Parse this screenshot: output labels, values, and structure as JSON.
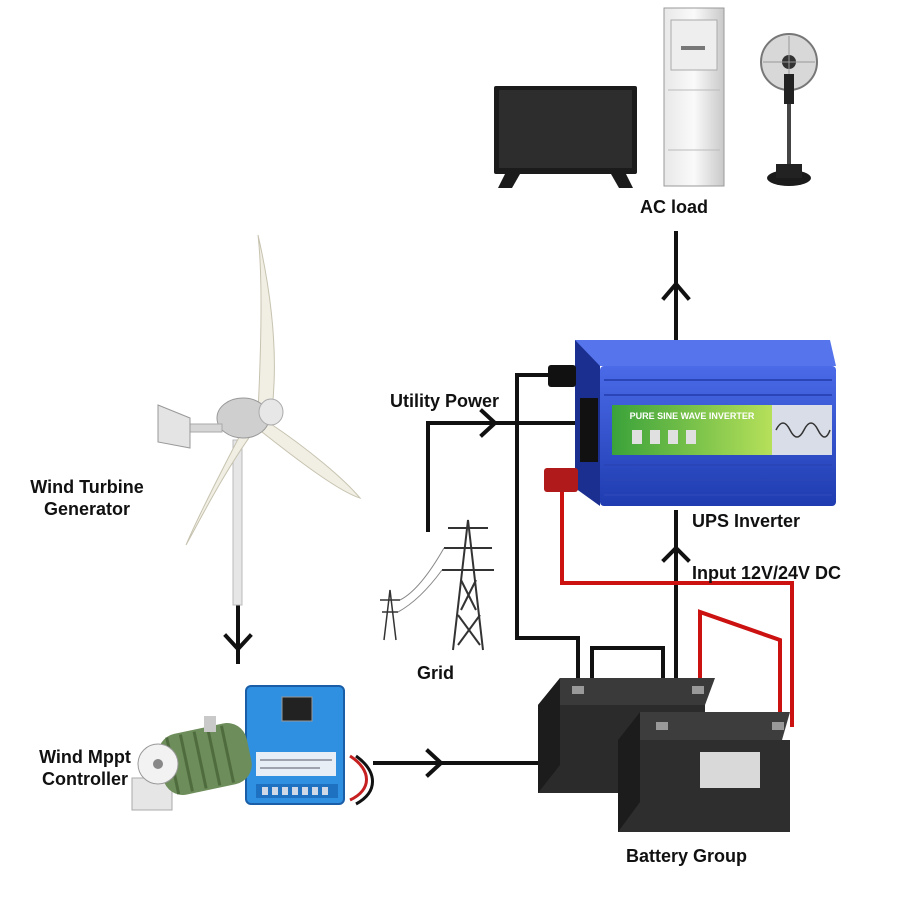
{
  "labels": {
    "ac_load": "AC load",
    "utility_power": "Utility Power",
    "ups_inverter": "UPS Inverter",
    "input_dc": "Input 12V/24V DC",
    "grid": "Grid",
    "turbine_line1": "Wind Turbine",
    "turbine_line2": "Generator",
    "controller_line1": "Wind Mppt",
    "controller_line2": "Controller",
    "battery_group": "Battery Group"
  },
  "device_text": {
    "inverter_banner": "PURE SINE WAVE INVERTER"
  },
  "colors": {
    "wire_black": "#111111",
    "wire_red": "#cc1111",
    "inverter_blue": "#2f4fd0",
    "controller_blue": "#2f8fe0",
    "battery_dark": "#2b2b2b"
  },
  "icons": [
    "tv-icon",
    "air-conditioner-icon",
    "standing-fan-icon",
    "wind-turbine-icon",
    "power-pylon-icon",
    "inverter-icon",
    "mppt-controller-icon",
    "dump-load-resistor-icon",
    "battery-icon"
  ]
}
